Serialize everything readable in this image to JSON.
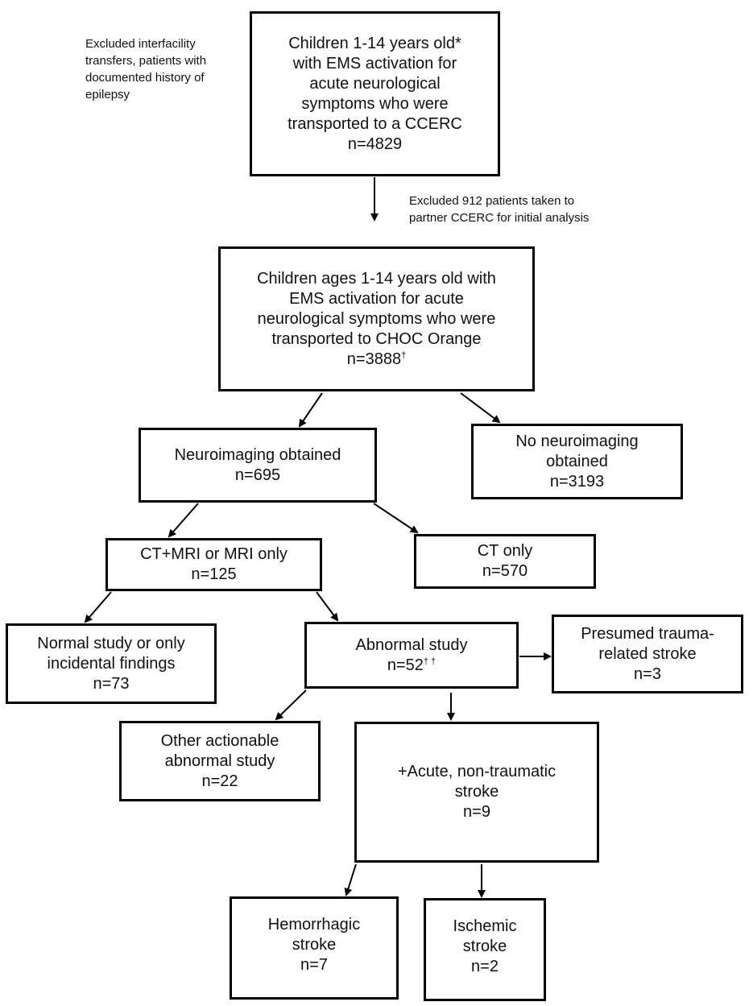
{
  "notes": {
    "excluded_initial": [
      "Excluded interfacility",
      "transfers, patients with",
      "documented history of",
      "epilepsy"
    ],
    "excluded_partner": [
      "Excluded 912 patients taken to",
      "partner CCERC for initial analysis"
    ]
  },
  "nodes": {
    "children_ccerc": {
      "lines": [
        "Children 1-14 years old*",
        "with EMS activation for",
        "acute neurological",
        "symptoms who were",
        "transported to a CCERC"
      ],
      "count": "n=4829"
    },
    "children_choc": {
      "lines": [
        "Children ages 1-14 years old with",
        "EMS activation for acute",
        "neurological symptoms who were",
        "transported to CHOC Orange"
      ],
      "count": "n=3888",
      "mark": "†"
    },
    "neuroimaging": {
      "lines": [
        "Neuroimaging obtained"
      ],
      "count": "n=695"
    },
    "no_neuroimaging": {
      "lines": [
        "No neuroimaging",
        "obtained"
      ],
      "count": "n=3193"
    },
    "ct_mri": {
      "lines": [
        "CT+MRI or MRI only"
      ],
      "count": "n=125"
    },
    "ct_only": {
      "lines": [
        "CT only"
      ],
      "count": "n=570"
    },
    "normal_study": {
      "lines": [
        "Normal study or only",
        "incidental findings"
      ],
      "count": "n=73"
    },
    "abnormal_study": {
      "lines": [
        "Abnormal study"
      ],
      "count": "n=52",
      "mark": "† †"
    },
    "trauma_stroke": {
      "lines": [
        "Presumed trauma-",
        "related stroke"
      ],
      "count": "n=3"
    },
    "other_actionable": {
      "lines": [
        "Other actionable",
        "abnormal study"
      ],
      "count": "n=22"
    },
    "acute_stroke": {
      "lines": [
        "+Acute, non-traumatic",
        "stroke"
      ],
      "count": "n=9"
    },
    "hemorrhagic": {
      "lines": [
        "Hemorrhagic",
        "stroke"
      ],
      "count": "n=7"
    },
    "ischemic": {
      "lines": [
        "Ischemic",
        "stroke"
      ],
      "count": "n=2"
    }
  }
}
